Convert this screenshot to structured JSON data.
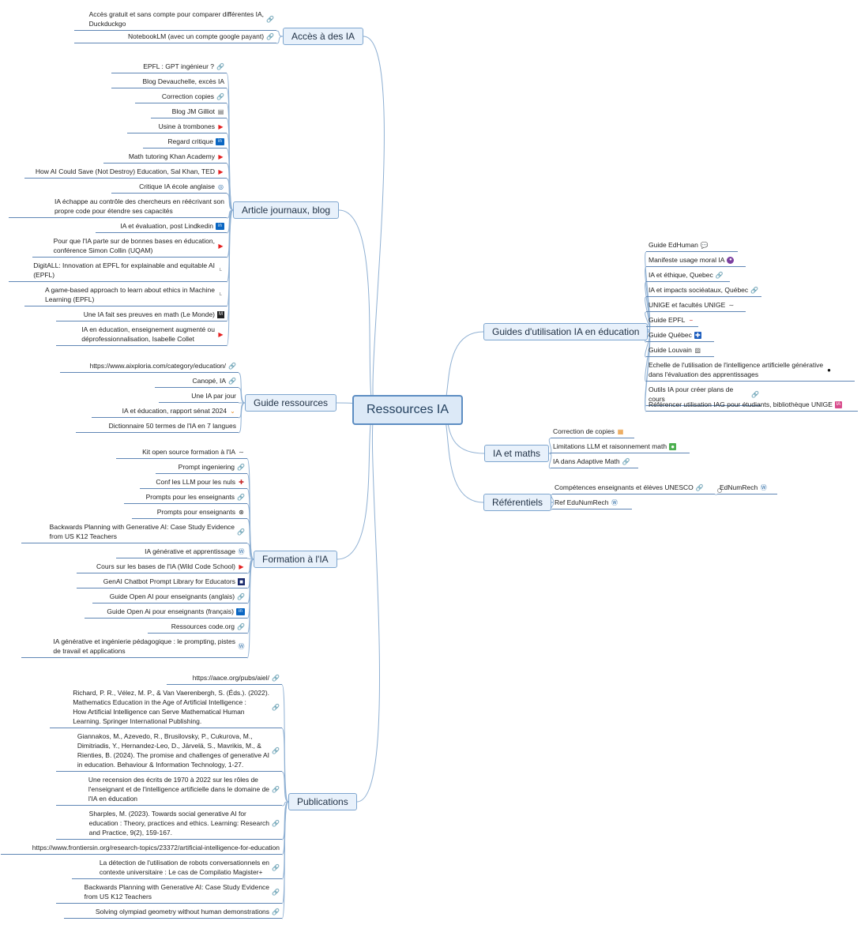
{
  "colors": {
    "branch_bg": "#e8f1fb",
    "branch_border": "#7ea6cf",
    "root_bg": "#dce9f7",
    "root_border": "#5d8dc2",
    "connector": "#8fb0d3",
    "leaf_underline": "#5f86b5"
  },
  "root": {
    "label": "Ressources IA"
  },
  "branches": {
    "acces": {
      "label": "Accès à des IA",
      "items": [
        {
          "text": "Accès gratuit et sans compte pour comparer différentes IA,\nDuckduckgo",
          "icon": "link-icon"
        },
        {
          "text": "NotebookLM (avec un compte google payant)",
          "icon": "link-icon"
        }
      ]
    },
    "articles": {
      "label": "Article journaux, blog",
      "items": [
        {
          "text": "EPFL : GPT ingénieur ?",
          "icon": "link-icon"
        },
        {
          "text": "Blog Devauchelle, excès IA",
          "icon": ""
        },
        {
          "text": "Correction copies",
          "icon": "link-icon"
        },
        {
          "text": "Blog JM Gilliot",
          "icon": "blog-icon"
        },
        {
          "text": "Usine à trombones",
          "icon": "youtube-icon"
        },
        {
          "text": "Regard critique",
          "icon": "linkedin-icon"
        },
        {
          "text": "Math tutoring Khan Academy",
          "icon": "youtube-icon"
        },
        {
          "text": "How AI Could Save (Not Destroy) Education, Sal Khan, TED",
          "icon": "youtube-icon"
        },
        {
          "text": "Critique IA école anglaise",
          "icon": "globe-icon"
        },
        {
          "text": "IA échappe au contrôle des chercheurs en réécrivant son\npropre code pour étendre ses capacités",
          "icon": ""
        },
        {
          "text": "IA et évaluation, post Lindkedin",
          "icon": "linkedin-icon"
        },
        {
          "text": "Pour que l'IA parte sur de bonnes bases en éducation,\nconférence Simon Collin (UQAM)",
          "icon": "youtube-icon"
        },
        {
          "text": "DigitALL: Innovation at EPFL for explainable and equitable AI\n(EPFL)",
          "icon": "epfl-icon"
        },
        {
          "text": "A game-based approach to learn about ethics in Machine\nLearning (EPFL)",
          "icon": "epfl-icon"
        },
        {
          "text": "Une IA fait ses preuves en math (Le Monde)",
          "icon": "lemonde-icon"
        },
        {
          "text": "IA en éducation, enseignement augmenté ou\ndéprofessionnalisation, Isabelle Collet",
          "icon": "youtube-icon"
        }
      ]
    },
    "guide_res": {
      "label": "Guide ressources",
      "items": [
        {
          "text": "https://www.aixploria.com/category/education/",
          "icon": "link-icon"
        },
        {
          "text": "Canopé, IA",
          "icon": "link-icon"
        },
        {
          "text": "Une IA par jour",
          "icon": ""
        },
        {
          "text": "IA et éducation, rapport sénat 2024",
          "icon": "senat-icon"
        },
        {
          "text": "Dictionnaire 50 termes de l'IA en 7 langues",
          "icon": ""
        }
      ]
    },
    "formation": {
      "label": "Formation à l'IA",
      "items": [
        {
          "text": "Kit open source formation à l'IA",
          "icon": "wave-icon"
        },
        {
          "text": "Prompt ingeniering",
          "icon": "link-icon"
        },
        {
          "text": "Conf les LLM pour les nuls",
          "icon": "mega-icon"
        },
        {
          "text": "Prompts pour les enseignants",
          "icon": "link-icon"
        },
        {
          "text": "Prompts pour enseignants",
          "icon": "openai-icon"
        },
        {
          "text": "Backwards Planning with Generative AI: Case Study Evidence\nfrom US K12 Teachers",
          "icon": "link-icon"
        },
        {
          "text": "IA générative et apprentissage",
          "icon": "wordpress-icon"
        },
        {
          "text": "Cours sur les bases de l'IA (Wild Code School)",
          "icon": "youtube-icon"
        },
        {
          "text": "GenAI Chatbot Prompt Library for Educators",
          "icon": "square-icon"
        },
        {
          "text": "Guide Open AI pour enseignants (anglais)",
          "icon": "link-icon"
        },
        {
          "text": "Guide Open Ai pour enseignants (français)",
          "icon": "linkedin-icon"
        },
        {
          "text": "Ressources code.org",
          "icon": "link-icon"
        },
        {
          "text": "IA générative et ingénierie pédagogique : le prompting, pistes\nde travail et applications",
          "icon": "wordpress-icon"
        }
      ]
    },
    "publications": {
      "label": "Publications",
      "items": [
        {
          "text": "https://aace.org/pubs/aiel/",
          "icon": "link-icon"
        },
        {
          "text": "Richard, P. R., Vélez, M. P., & Van Vaerenbergh, S. (Éds.). (2022).\nMathematics Education in the Age of Artificial Intelligence :\nHow Artificial Intelligence can Serve Mathematical Human\nLearning. Springer International Publishing.",
          "icon": "link-icon"
        },
        {
          "text": "Giannakos, M., Azevedo, R., Brusilovsky, P., Cukurova, M.,\nDimitriadis, Y., Hernandez-Leo, D., Järvelä, S., Mavrikis, M., &\nRienties, B. (2024). The promise and challenges of generative AI\nin education. Behaviour & Information Technology, 1-27.",
          "icon": "link-icon"
        },
        {
          "text": "Une recension des écrits de 1970 à 2022 sur les rôles de\nl'enseignant et de l'intelligence artificielle dans le domaine de\nl'IA en éducation",
          "icon": "link-icon"
        },
        {
          "text": "Sharples, M. (2023). Towards social generative AI for\neducation : Theory, practices and ethics. Learning: Research\nand Practice, 9(2), 159-167.",
          "icon": "link-icon"
        },
        {
          "text": "https://www.frontiersin.org/research-topics/23372/artificial-intelligence-for-education",
          "icon": ""
        },
        {
          "text": "La détection de l'utilisation de robots conversationnels en\ncontexte universitaire : Le cas de Compilatio Magister+",
          "icon": "link-icon"
        },
        {
          "text": "Backwards Planning with Generative AI: Case Study Evidence\nfrom US K12 Teachers",
          "icon": "link-icon"
        },
        {
          "text": "Solving olympiad geometry without human demonstrations",
          "icon": "link-icon"
        }
      ]
    },
    "guides_util": {
      "label": "Guides d'utilisation IA en éducation",
      "items": [
        {
          "text": "Guide EdHuman",
          "icon": "chat-icon"
        },
        {
          "text": "Manifeste usage moral IA",
          "icon": "purple-icon"
        },
        {
          "text": "IA et éthique, Quebec",
          "icon": "link-icon"
        },
        {
          "text": "IA et impacts sociéataux, Québec",
          "icon": "link-icon"
        },
        {
          "text": "UNIGE et facultés UNIGE",
          "icon": "wave-icon"
        },
        {
          "text": "Guide EPFL",
          "icon": "red-dash-icon"
        },
        {
          "text": "Guide Québec",
          "icon": "quebec-icon"
        },
        {
          "text": "Guide Louvain",
          "icon": "chart-icon"
        },
        {
          "text": "Echelle de l'utilisation de l'intelligence artificielle générative\ndans l'évaluation des apprentissages",
          "icon": "github-icon"
        },
        {
          "text": "Outils IA pour créer plans de cours",
          "icon": "link-icon"
        },
        {
          "text": "Référencer utilisation IAG pour étudiants, bibliothèque UNIGE",
          "icon": "pink-icon"
        }
      ]
    },
    "maths": {
      "label": "IA et maths",
      "items": [
        {
          "text": "Correction de copies",
          "icon": "orange-icon"
        },
        {
          "text": "Limitations LLM et raisonnement math",
          "icon": "green-icon"
        },
        {
          "text": "IA dans Adaptive Math",
          "icon": "link-icon"
        }
      ]
    },
    "referentiels": {
      "label": "Référentiels",
      "items": [
        {
          "text": "Compétences enseignants et élèves UNESCO",
          "icon": "link-icon"
        },
        {
          "text": "Ref EduNumRech",
          "icon": "wordpress-icon"
        }
      ],
      "subitem": {
        "text": "EdNumRech",
        "icon": "wordpress-icon"
      }
    }
  }
}
